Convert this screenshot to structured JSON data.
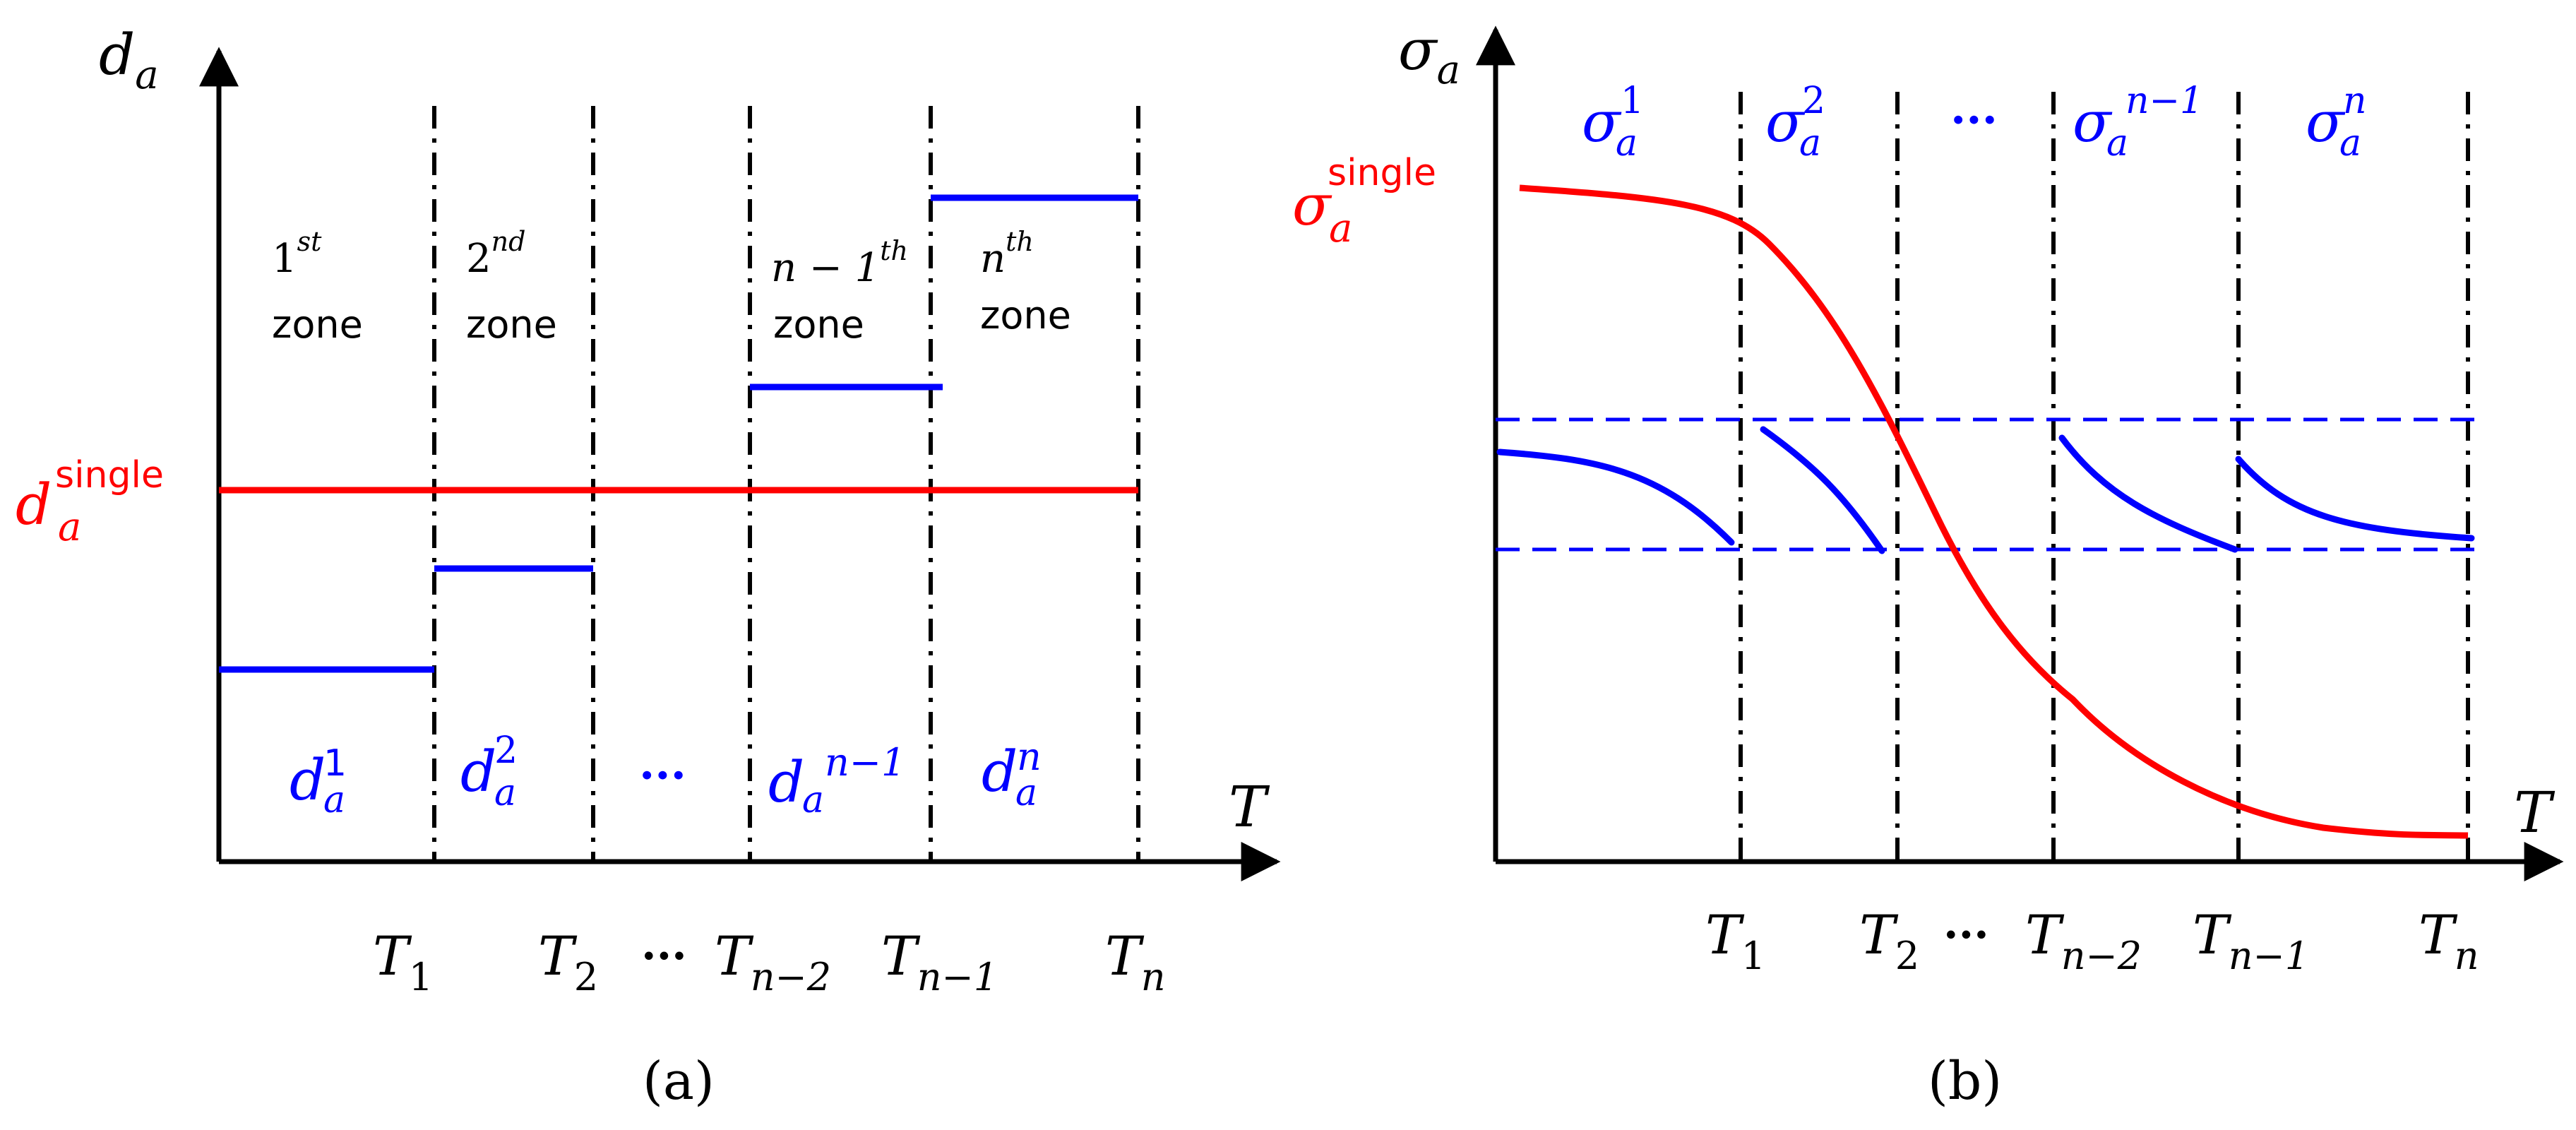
{
  "colors": {
    "axis": "#000000",
    "single": "#ff0000",
    "zones": "#0000ff"
  },
  "panel_a": {
    "caption": "(a)",
    "y_axis": {
      "base": "d",
      "sub": "a"
    },
    "x_axis": {
      "label": "T"
    },
    "thresholds": [
      {
        "base": "T",
        "sub": "1"
      },
      {
        "base": "T",
        "sub": "2"
      },
      {
        "base": "T",
        "sub": "n−2"
      },
      {
        "base": "T",
        "sub": "n−1"
      },
      {
        "base": "T",
        "sub": "n"
      }
    ],
    "ellipsis_x": "···",
    "single": {
      "base": "d",
      "sup": "single",
      "sub": "a"
    },
    "zone_word": "zone",
    "zones": [
      {
        "pre": "1",
        "sup": "st"
      },
      {
        "pre": "2",
        "sup": "nd"
      },
      {
        "pre": "n − 1",
        "sup": "th"
      },
      {
        "pre": "n",
        "sup": "th"
      }
    ],
    "zone_values": [
      {
        "base": "d",
        "sub": "a",
        "sup": "1"
      },
      {
        "base": "d",
        "sub": "a",
        "sup": "2"
      },
      {
        "text": "···"
      },
      {
        "base": "d",
        "sub": "a",
        "sup": "n−1"
      },
      {
        "base": "d",
        "sub": "a",
        "sup": "n"
      }
    ]
  },
  "panel_b": {
    "caption": "(b)",
    "y_axis": {
      "base": "σ",
      "sub": "a"
    },
    "x_axis": {
      "label": "T"
    },
    "thresholds": [
      {
        "base": "T",
        "sub": "1"
      },
      {
        "base": "T",
        "sub": "2"
      },
      {
        "base": "T",
        "sub": "n−2"
      },
      {
        "base": "T",
        "sub": "n−1"
      },
      {
        "base": "T",
        "sub": "n"
      }
    ],
    "ellipsis_x": "···",
    "single": {
      "base": "σ",
      "sup": "single",
      "sub": "a"
    },
    "zone_values": [
      {
        "base": "σ",
        "sub": "a",
        "sup": "1"
      },
      {
        "base": "σ",
        "sub": "a",
        "sup": "2"
      },
      {
        "text": "···"
      },
      {
        "base": "σ",
        "sub": "a",
        "sup": "n−1"
      },
      {
        "base": "σ",
        "sub": "a",
        "sup": "n"
      }
    ]
  }
}
